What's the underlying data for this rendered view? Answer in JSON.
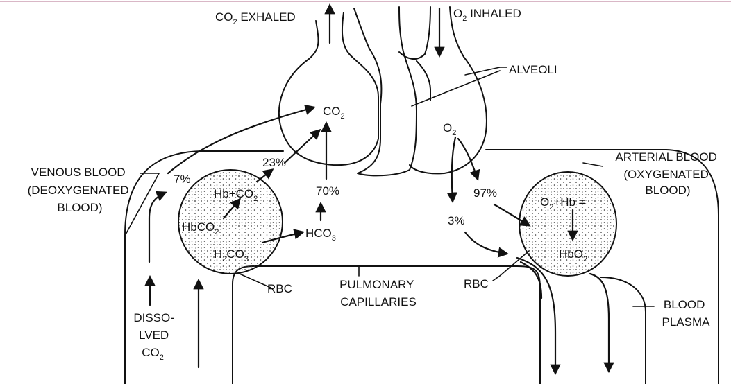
{
  "labels": {
    "co2_exhaled": "CO",
    "co2_exhaled_sub": "2",
    "co2_exhaled_rest": " EXHALED",
    "o2_inhaled": "O",
    "o2_inhaled_sub": "2",
    "o2_inhaled_rest": " INHALED",
    "alveoli": "ALVEOLI",
    "co2_alveolus": "CO",
    "co2_alveolus_sub": "2",
    "o2_alveolus": "O",
    "o2_alveolus_sub": "2",
    "venous_line1": "VENOUS BLOOD",
    "venous_line2": "(DEOXYGENATED",
    "venous_line3": "BLOOD)",
    "arterial_line1": "ARTERIAL BLOOD",
    "arterial_line2": "(OXYGENATED",
    "arterial_line3": "BLOOD)",
    "pct_7": "7%",
    "pct_23": "23%",
    "pct_70": "70%",
    "pct_97": "97%",
    "pct_3": "3%",
    "hb_co2": "Hb+CO",
    "hb_co2_sub": "2",
    "hbco2": "HbCO",
    "hbco2_sub": "2",
    "h2co3_a": "H",
    "h2co3_sub1": "2",
    "h2co3_b": "CO",
    "h2co3_sub2": "3",
    "hco3": "HCO",
    "hco3_sub": "3",
    "o2_hb": "O",
    "o2_hb_sub": "2",
    "o2_hb_rest": "+Hb =",
    "hbo2": "HbO",
    "hbo2_sub": "2",
    "rbc_left": "RBC",
    "rbc_right": "RBC",
    "pulmonary_line1": "PULMONARY",
    "pulmonary_line2": "CAPILLARIES",
    "dissolved_line1": "DISSO-",
    "dissolved_line2": "LVED",
    "dissolved_line3": "CO",
    "dissolved_line3_sub": "2",
    "plasma_line1": "BLOOD",
    "plasma_line2": "PLASMA"
  }
}
